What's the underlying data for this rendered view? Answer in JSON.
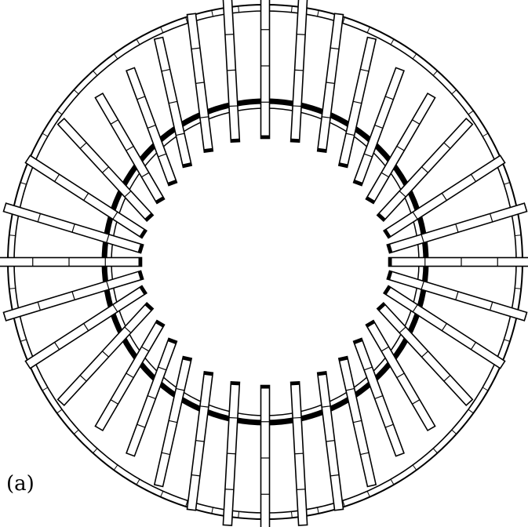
{
  "figure": {
    "panel_label": "(a)",
    "stroke_color": "#000000",
    "background_color": "#ffffff"
  },
  "diagram": {
    "structure": "concentric-rings-with-radial-bars",
    "outer_ring_segments": 60,
    "radial_bar_count": 36,
    "radial_bar_segments": 4
  }
}
